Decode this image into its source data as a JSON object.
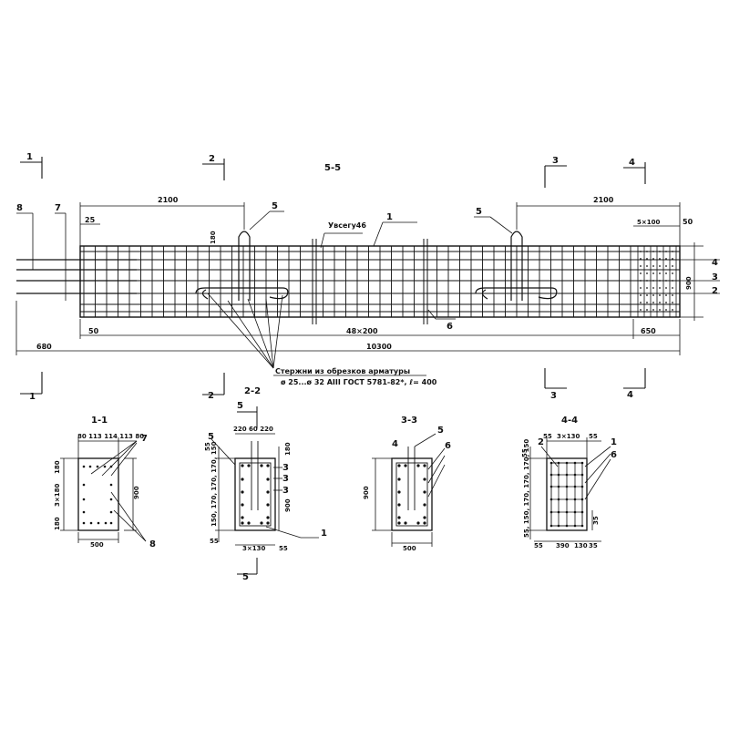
{
  "elevation": {
    "title": "5-5",
    "dims": {
      "left_span": "2100",
      "right_span": "2100",
      "small_25": "25",
      "small_50_right": "50",
      "spacing_48x200": "48×200",
      "end_50": "50",
      "end_650": "650",
      "total": "10300",
      "overhang": "680",
      "grid_5x100": "5×100",
      "height_900": "900",
      "loop_180": "180",
      "axis_note": "Увсегу46"
    },
    "markers": [
      "1",
      "2",
      "3",
      "4",
      "5",
      "6",
      "7",
      "8"
    ],
    "right_labels": [
      "4",
      "3",
      "2"
    ],
    "section_marks": [
      "1",
      "2",
      "3",
      "4"
    ],
    "note_line1": "Стержни из обрезков арматуры",
    "note_line2": "ø 25...ø 32 АIII ГОСТ 5781-82*, ℓ= 400"
  },
  "sections": {
    "s1": {
      "title": "1-1",
      "top_dims": "80 113 114 113 80",
      "left_dims": [
        "180",
        "3×180",
        "180"
      ],
      "height": "900",
      "width": "500",
      "markers": [
        "7",
        "8"
      ]
    },
    "s2": {
      "title": "2-2",
      "cut_mark": "5",
      "top_dims": "220 60 220",
      "dim_55": "55",
      "dim_180": "180",
      "left_dims": "150, 170, 170, 170, 150",
      "height": "900",
      "bottom_dims": [
        "55",
        "3×130",
        "55"
      ],
      "markers": [
        "5",
        "3",
        "3",
        "3",
        "1"
      ]
    },
    "s3": {
      "title": "3-3",
      "height": "900",
      "width": "500",
      "markers": [
        "4",
        "5",
        "6"
      ]
    },
    "s4": {
      "title": "4-4",
      "top_dims": [
        "55",
        "3×130",
        "55"
      ],
      "left_dims": "55, 150, 170, 170, 170, 150",
      "dim_55": "55",
      "dim_35": "35",
      "bottom_dims": [
        "55",
        "390",
        "130",
        "35"
      ],
      "markers": [
        "2",
        "1",
        "6"
      ]
    }
  }
}
